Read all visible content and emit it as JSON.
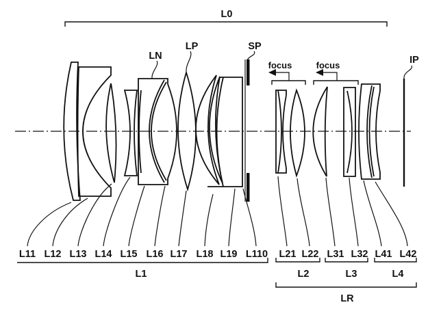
{
  "figure": {
    "overall_label": "L0",
    "annotations": {
      "ln": "LN",
      "lp": "LP",
      "sp": "SP",
      "ip": "IP"
    },
    "focus_arrows": [
      "focus",
      "focus"
    ],
    "elements": [
      "L11",
      "L12",
      "L13",
      "L14",
      "L15",
      "L16",
      "L17",
      "L18",
      "L19",
      "L110",
      "L21",
      "L22",
      "L31",
      "L32",
      "L41",
      "L42"
    ],
    "groups": {
      "L1": "L1",
      "L2": "L2",
      "L3": "L3",
      "L4": "L4",
      "LR": "LR"
    },
    "colors": {
      "ink": "#111111",
      "background": "#ffffff"
    }
  }
}
